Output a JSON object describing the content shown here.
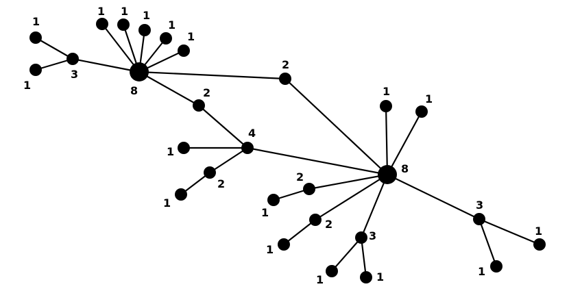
{
  "colors": {
    "background": "#ffffff",
    "ink": "#000000"
  },
  "graph": {
    "nodes": [
      {
        "id": "n1",
        "label": "1"
      },
      {
        "id": "n2",
        "label": "1"
      },
      {
        "id": "n3",
        "label": "3"
      },
      {
        "id": "n4",
        "label": "1"
      },
      {
        "id": "n5",
        "label": "1"
      },
      {
        "id": "n6",
        "label": "1"
      },
      {
        "id": "n7",
        "label": "1"
      },
      {
        "id": "n8",
        "label": "1"
      },
      {
        "id": "n9",
        "label": "8"
      },
      {
        "id": "n10",
        "label": "2"
      },
      {
        "id": "n11",
        "label": "2"
      },
      {
        "id": "n12",
        "label": "4"
      },
      {
        "id": "n13",
        "label": "1"
      },
      {
        "id": "n14",
        "label": "2"
      },
      {
        "id": "n15",
        "label": "1"
      },
      {
        "id": "n16",
        "label": "1"
      },
      {
        "id": "n17",
        "label": "1"
      },
      {
        "id": "n18",
        "label": "8"
      },
      {
        "id": "n19",
        "label": "2"
      },
      {
        "id": "n20",
        "label": "1"
      },
      {
        "id": "n21",
        "label": "2"
      },
      {
        "id": "n22",
        "label": "1"
      },
      {
        "id": "n23",
        "label": "3"
      },
      {
        "id": "n24",
        "label": "1"
      },
      {
        "id": "n25",
        "label": "1"
      },
      {
        "id": "n26",
        "label": "3"
      },
      {
        "id": "n27",
        "label": "1"
      },
      {
        "id": "n28",
        "label": "1"
      }
    ],
    "edges": [
      [
        "n1",
        "n3"
      ],
      [
        "n2",
        "n3"
      ],
      [
        "n3",
        "n9"
      ],
      [
        "n4",
        "n9"
      ],
      [
        "n5",
        "n9"
      ],
      [
        "n6",
        "n9"
      ],
      [
        "n7",
        "n9"
      ],
      [
        "n8",
        "n9"
      ],
      [
        "n9",
        "n10"
      ],
      [
        "n9",
        "n11"
      ],
      [
        "n10",
        "n18"
      ],
      [
        "n11",
        "n12"
      ],
      [
        "n12",
        "n13"
      ],
      [
        "n12",
        "n14"
      ],
      [
        "n14",
        "n15"
      ],
      [
        "n12",
        "n18"
      ],
      [
        "n16",
        "n18"
      ],
      [
        "n17",
        "n18"
      ],
      [
        "n18",
        "n19"
      ],
      [
        "n19",
        "n20"
      ],
      [
        "n18",
        "n21"
      ],
      [
        "n21",
        "n22"
      ],
      [
        "n18",
        "n23"
      ],
      [
        "n23",
        "n24"
      ],
      [
        "n23",
        "n25"
      ],
      [
        "n18",
        "n26"
      ],
      [
        "n26",
        "n27"
      ],
      [
        "n26",
        "n28"
      ]
    ]
  }
}
